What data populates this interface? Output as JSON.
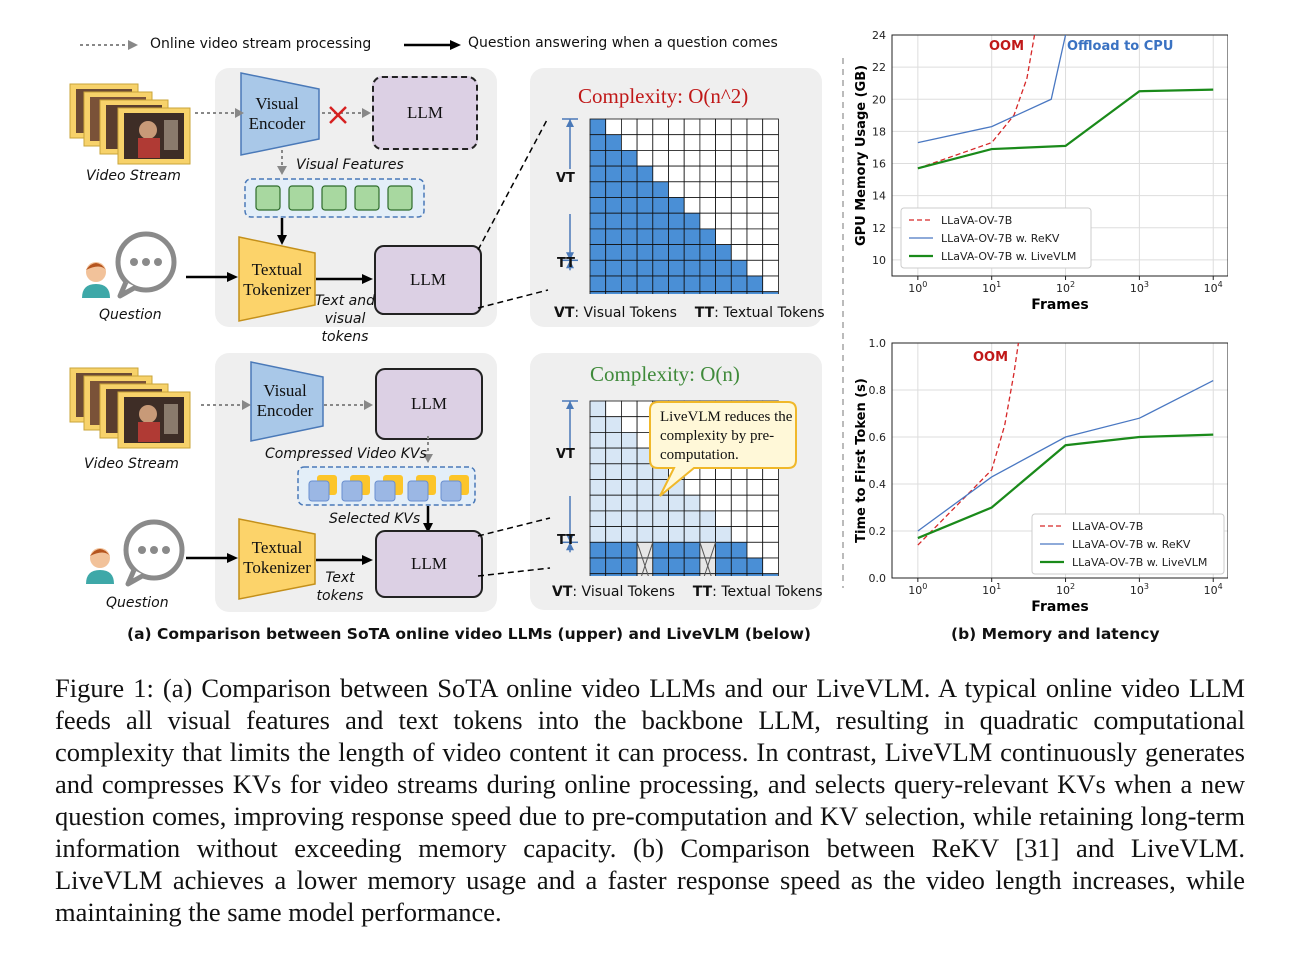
{
  "legend_top": {
    "online": "Online video stream processing",
    "qa": "Question answering when a question comes"
  },
  "upper": {
    "video_stream": "Video Stream",
    "visual_encoder": "Visual Encoder",
    "llm_dashed": "LLM",
    "visual_features": "Visual Features",
    "question": "Question",
    "textual_tokenizer": "Textual Tokenizer",
    "llm": "LLM",
    "text_visual_tokens": "Text and visual tokens",
    "complexity": "Complexity: O(n^2)",
    "vt": "VT",
    "tt": "TT",
    "legend_vt_abbr": "VT",
    "legend_vt": ": Visual Tokens",
    "legend_tt_abbr": "TT",
    "legend_tt": ": Textual Tokens"
  },
  "lower": {
    "video_stream": "Video Stream",
    "visual_encoder": "Visual Encoder",
    "llm_top": "LLM",
    "compressed_kvs": "Compressed Video KVs",
    "selected_kvs": "Selected KVs",
    "question": "Question",
    "textual_tokenizer": "Textual Tokenizer",
    "llm": "LLM",
    "text_tokens": "Text tokens",
    "complexity": "Complexity: O(n)",
    "callout": "LiveVLM reduces the complexity by pre-computation.",
    "vt": "VT",
    "tt": "TT",
    "legend_vt_abbr": "VT",
    "legend_vt": ": Visual Tokens",
    "legend_tt_abbr": "TT",
    "legend_tt": ": Textual Tokens"
  },
  "subcaptions": {
    "a": "(a) Comparison between SoTA online video LLMs (upper) and LiveVLM (below)",
    "b": "(b) Memory and latency"
  },
  "figure_caption": "Figure 1: (a) Comparison between SoTA online video LLMs and our LiveVLM. A typical online video LLM feeds all visual features and text tokens into the backbone LLM, resulting in quadratic computational complexity that limits the length of video content it can process. In contrast, LiveVLM continuously generates and compresses KVs for video streams during online processing, and selects query-relevant KVs when a new question comes, improving response speed due to pre-computation and KV selection, while retaining long-term information without exceeding memory capacity. (b) Comparison between ReKV [31] and LiveVLM. LiveVLM achieves a lower memory usage and a faster response speed as the video length increases, while maintaining the same model performance.",
  "chart_data": [
    {
      "type": "line",
      "xlabel": "Frames",
      "ylabel": "GPU Memory Usage (GB)",
      "xscale": "log",
      "xticks": [
        "10^0",
        "10^1",
        "10^2",
        "10^3",
        "10^4"
      ],
      "yticks": [
        "10",
        "12",
        "14",
        "16",
        "18",
        "20",
        "22",
        "24"
      ],
      "ylim": [
        9,
        24
      ],
      "grid": true,
      "legend_position": "lower-left",
      "annotations": [
        "OOM",
        "Offload to CPU"
      ],
      "series": [
        {
          "name": "LLaVA-OV-7B",
          "color": "#d62728",
          "style": "dashed",
          "x": [
            1,
            10,
            20,
            30,
            38
          ],
          "y": [
            15.7,
            17.3,
            19.0,
            21.3,
            24
          ]
        },
        {
          "name": "LLaVA-OV-7B w. ReKV",
          "color": "#4a78c2",
          "style": "solid",
          "x": [
            1,
            10,
            64,
            100
          ],
          "y": [
            17.3,
            18.3,
            20.0,
            24
          ]
        },
        {
          "name": "LLaVA-OV-7B w. LiveVLM",
          "color": "#1a8a1a",
          "style": "solid-thick",
          "x": [
            1,
            10,
            100,
            1000,
            10000
          ],
          "y": [
            15.7,
            16.9,
            17.1,
            20.5,
            20.6
          ]
        }
      ]
    },
    {
      "type": "line",
      "xlabel": "Frames",
      "ylabel": "Time to First Token (s)",
      "xscale": "log",
      "xticks": [
        "10^0",
        "10^1",
        "10^2",
        "10^3",
        "10^4"
      ],
      "yticks": [
        "0.0",
        "0.2",
        "0.4",
        "0.6",
        "0.8",
        "1.0"
      ],
      "ylim": [
        0,
        1.0
      ],
      "grid": true,
      "legend_position": "lower-right",
      "annotations": [
        "OOM"
      ],
      "series": [
        {
          "name": "LLaVA-OV-7B",
          "color": "#d62728",
          "style": "dashed",
          "x": [
            1,
            10,
            15,
            20,
            23
          ],
          "y": [
            0.14,
            0.46,
            0.65,
            0.87,
            1.0
          ]
        },
        {
          "name": "LLaVA-OV-7B w. ReKV",
          "color": "#4a78c2",
          "style": "solid",
          "x": [
            1,
            10,
            100,
            1000,
            10000
          ],
          "y": [
            0.2,
            0.43,
            0.6,
            0.68,
            0.84
          ]
        },
        {
          "name": "LLaVA-OV-7B w. LiveVLM",
          "color": "#1a8a1a",
          "style": "solid-thick",
          "x": [
            1,
            10,
            100,
            1000,
            10000
          ],
          "y": [
            0.17,
            0.3,
            0.565,
            0.6,
            0.61
          ]
        }
      ]
    }
  ]
}
